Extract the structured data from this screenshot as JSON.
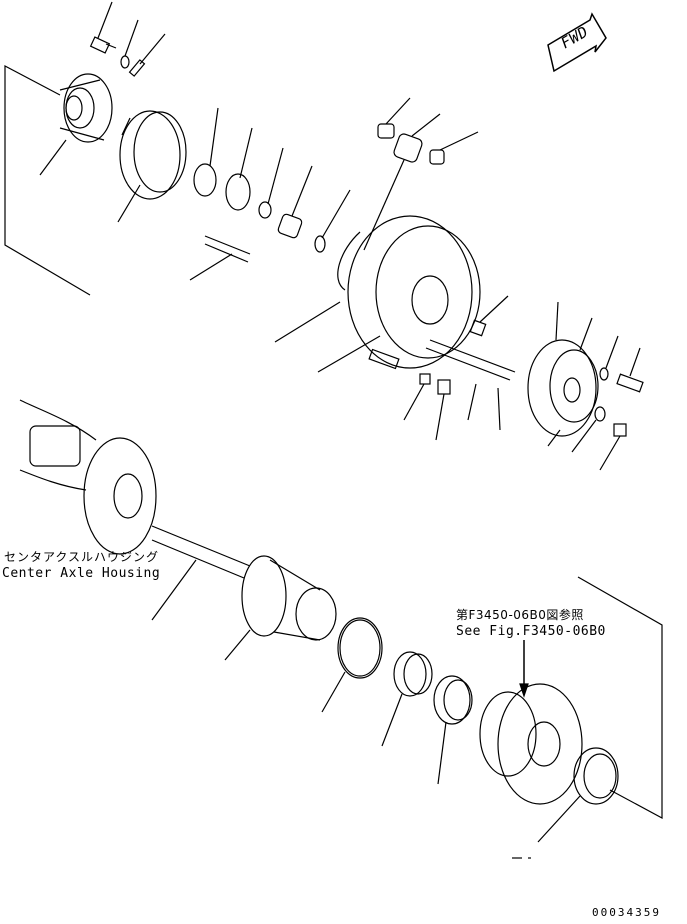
{
  "labels": {
    "housing_jp": "センタアクスルハウジング",
    "housing_en": "Center Axle Housing",
    "ref_jp": "第F3450-06B0図参照",
    "ref_en": "See Fig.F3450-06B0",
    "drawing_id": "00034359",
    "fwd": "FWD"
  },
  "colors": {
    "line": "#000000",
    "background": "#ffffff"
  }
}
